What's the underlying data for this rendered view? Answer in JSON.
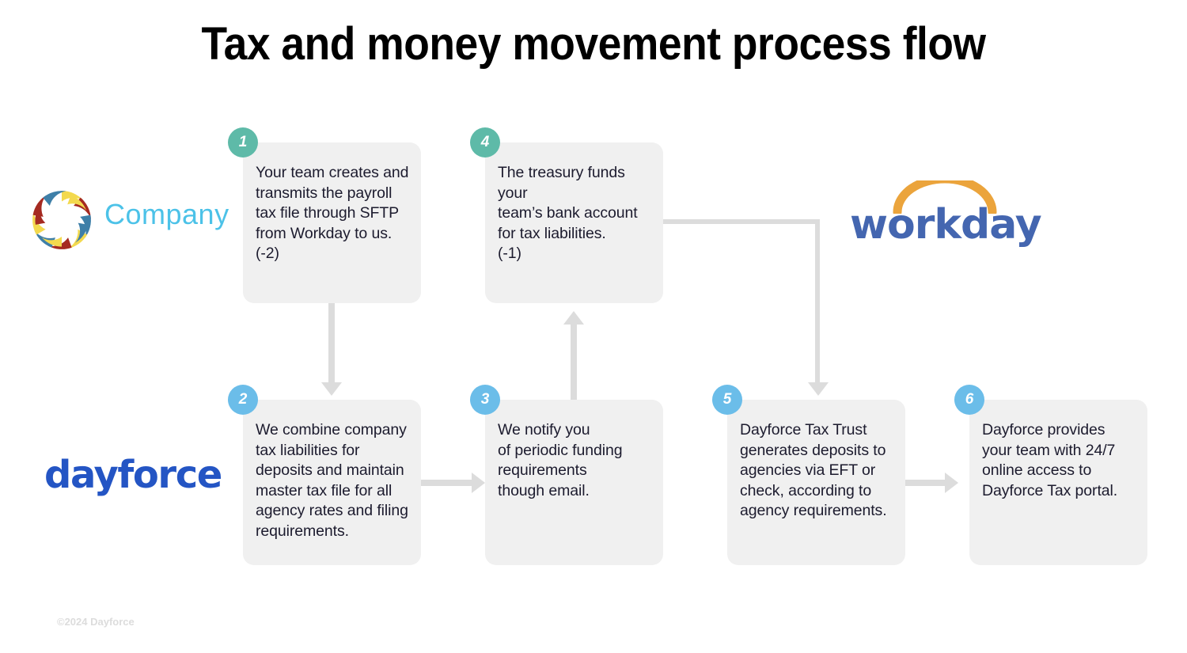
{
  "page": {
    "title": "Tax and money movement process flow",
    "background": "#ffffff"
  },
  "colors": {
    "badge_teal": "#5ebaa8",
    "badge_blue": "#6bbde9",
    "box_fill": "#f0f0f0",
    "connector": "#dcdcdc",
    "text": "#1c1b2e",
    "company_blue": "#4cc2e8",
    "workday_blue": "#4466b0",
    "workday_orange": "#eba43c",
    "dayforce_blue": "#2455c4",
    "footer_gray": "#dcdcdc"
  },
  "logos": {
    "company": {
      "name": "company-logo",
      "word": "Company"
    },
    "workday": {
      "name": "workday-logo",
      "word": "workday",
      "registered": "®"
    },
    "dayforce": {
      "name": "dayforce-logo",
      "word": "dayforce"
    }
  },
  "steps": [
    {
      "number": "1",
      "badge_color": "teal",
      "text": "Your team creates and\ntransmits the payroll\ntax file through SFTP\nfrom Workday to us.\n(-2)"
    },
    {
      "number": "2",
      "badge_color": "blue",
      "text": "We combine company\ntax liabilities for\ndeposits and maintain\nmaster tax file for all\nagency rates and filing\nrequirements."
    },
    {
      "number": "3",
      "badge_color": "blue",
      "text": "We notify you\nof periodic funding\nrequirements\nthough email."
    },
    {
      "number": "4",
      "badge_color": "teal",
      "text": "The treasury funds your\nteam’s bank account\nfor tax liabilities.\n(-1)"
    },
    {
      "number": "5",
      "badge_color": "blue",
      "text": "Dayforce Tax Trust\ngenerates deposits to\nagencies via EFT or\ncheck, according to\nagency requirements."
    },
    {
      "number": "6",
      "badge_color": "blue",
      "text": "Dayforce provides\nyour team with 24/7\nonline access to\nDayforce Tax portal."
    }
  ],
  "connections": [
    {
      "from": "1",
      "to": "2",
      "direction": "down"
    },
    {
      "from": "2",
      "to": "3",
      "direction": "right"
    },
    {
      "from": "3",
      "to": "4",
      "direction": "up"
    },
    {
      "from": "4",
      "to": "5",
      "direction": "elbow-right-down"
    },
    {
      "from": "5",
      "to": "6",
      "direction": "right"
    }
  ],
  "footer": {
    "copyright": "©2024 Dayforce"
  }
}
